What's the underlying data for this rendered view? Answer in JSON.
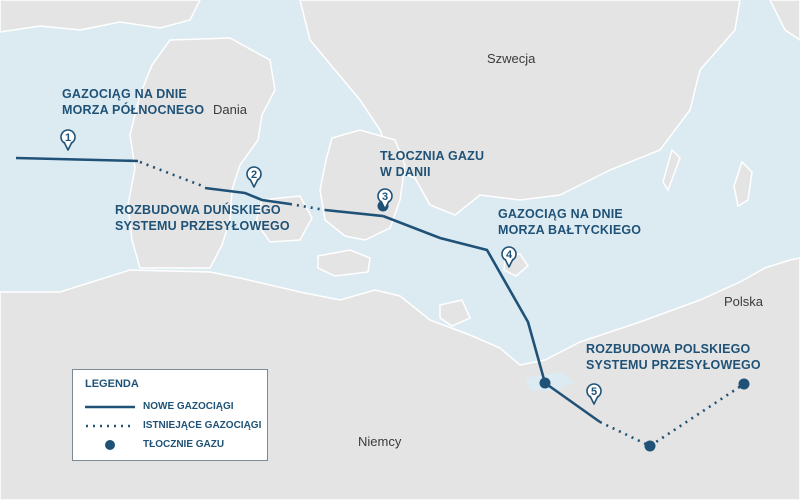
{
  "colors": {
    "sea": "#dceaf2",
    "land": "#e4e4e4",
    "land_border": "#ffffff",
    "route": "#1f5276",
    "text_blue": "#1f5276"
  },
  "countries": {
    "dania": "Dania",
    "szwecja": "Szwecja",
    "polska": "Polska",
    "niemcy": "Niemcy"
  },
  "sections": {
    "north_sea_line1": "GAZOCIĄG NA DNIE",
    "north_sea_line2": "MORZA PÓŁNOCNEGO",
    "danish_ext_line1": "ROZBUDOWA DUŃSKIEGO",
    "danish_ext_line2": "SYSTEMU PRZESYŁOWEGO",
    "compressor_line1": "TŁOCZNIA GAZU",
    "compressor_line2": "W DANII",
    "baltic_line1": "GAZOCIĄG NA DNIE",
    "baltic_line2": "MORZA BAŁTYCKIEGO",
    "polish_ext_line1": "ROZBUDOWA POLSKIEGO",
    "polish_ext_line2": "SYSTEMU PRZESYŁOWEGO"
  },
  "markers": [
    "1",
    "2",
    "3",
    "4",
    "5"
  ],
  "legend": {
    "title": "LEGENDA",
    "new_pipelines": "NOWE GAZOCIĄGI",
    "existing_pipelines": "ISTNIEJĄCE GAZOCIĄGI",
    "compressor_stations": "TŁOCZNIE GAZU"
  }
}
